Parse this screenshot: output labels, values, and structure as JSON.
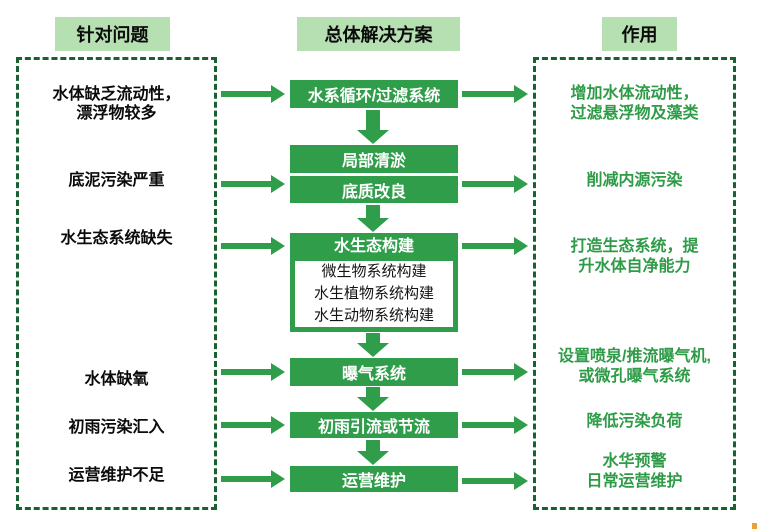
{
  "headers": {
    "problems": "针对问题",
    "solutions": "总体解决方案",
    "effects": "作用"
  },
  "problems": [
    "水体缺乏流动性，\n漂浮物较多",
    "底泥污染严重",
    "水生态系统缺失",
    "水体缺氧",
    "初雨污染汇入",
    "运营维护不足"
  ],
  "solutions": [
    "水系循环/过滤系统",
    "局部清淤",
    "底质改良",
    "水生态构建",
    "曝气系统",
    "初雨引流或节流",
    "运营维护"
  ],
  "eco_sub_items": [
    "微生物系统构建",
    "水生植物系统构建",
    "水生动物系统构建"
  ],
  "effects": [
    "增加水体流动性，\n过滤悬浮物及藻类",
    "削减内源污染",
    "打造生态系统，提\n升水体自净能力",
    "设置喷泉/推流曝气机,\n或微孔曝气系统",
    "降低污染负荷",
    "水华预警\n日常运营维护"
  ],
  "colors": {
    "box_green": "#2F9D4A",
    "border_dark_green": "#1A6132",
    "header_bg": "#B6E0B1",
    "effect_text_green": "#2E9B47",
    "watermark_orange": "#E8A23C"
  }
}
